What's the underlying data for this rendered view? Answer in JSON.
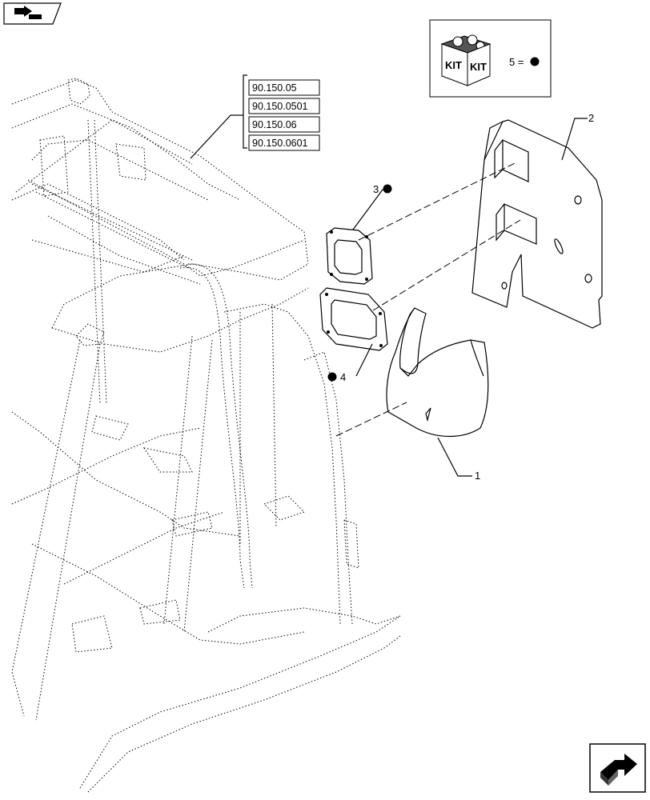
{
  "references": [
    "90.150.05",
    "90.150.0501",
    "90.150.06",
    "90.150.0601"
  ],
  "kit": {
    "box_text_1": "KIT",
    "box_text_2": "KIT",
    "legend": "5 ="
  },
  "callouts": {
    "item1": "1",
    "item2": "2",
    "item3": "3",
    "item4": "4"
  },
  "icons": {
    "top_left": "book-arrow-icon",
    "bottom_right": "next-page-arrow-icon"
  }
}
